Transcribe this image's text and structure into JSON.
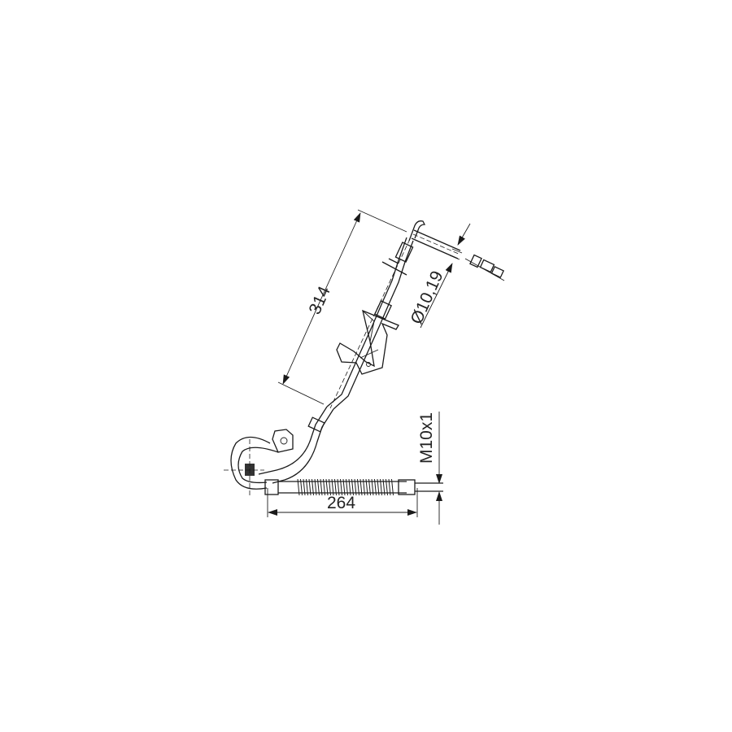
{
  "drawing": {
    "title": "Brake hose technical drawing",
    "dimensions": {
      "length_upper": "314",
      "length_lower": "264",
      "diameter": "Ø10,19",
      "thread": "M10x1"
    }
  }
}
